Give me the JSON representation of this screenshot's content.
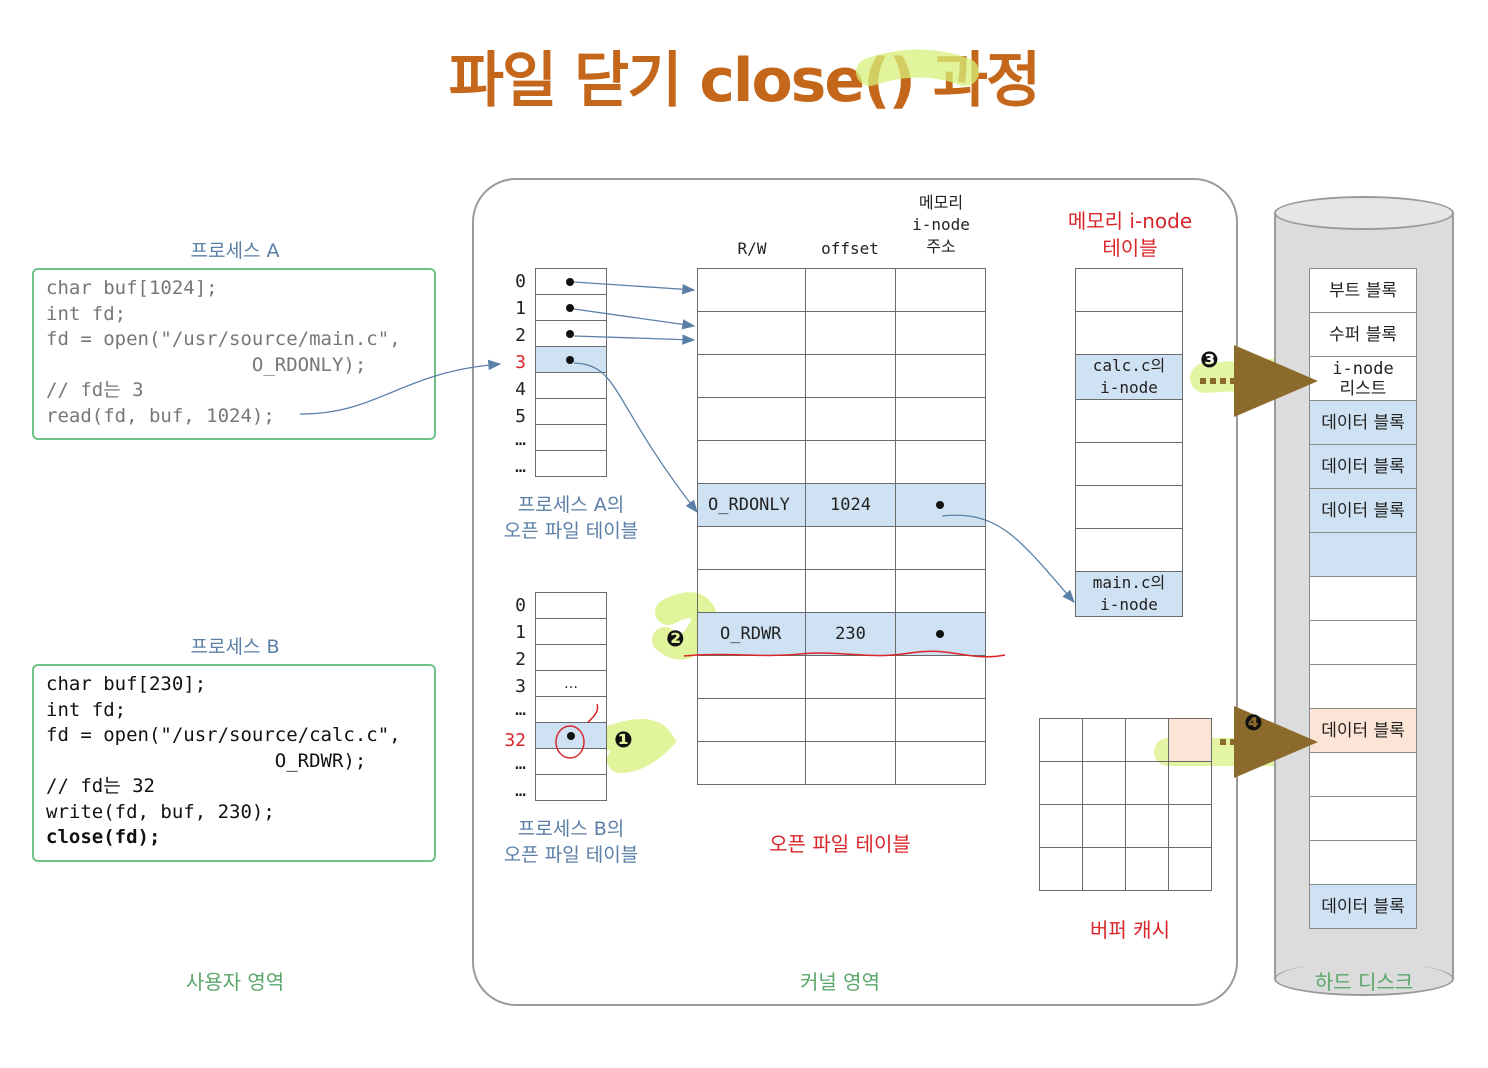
{
  "title": "파일 닫기 close() 과정",
  "process_a": {
    "label": "프로세스 A",
    "code": [
      "char buf[1024];",
      "int fd;",
      "fd = open(\"/usr/source/main.c\",",
      "                  O_RDONLY);",
      "// fd는 3",
      "read(fd, buf, 1024);"
    ]
  },
  "process_b": {
    "label": "프로세스 B",
    "code": [
      "char buf[230];",
      "int fd;",
      "fd = open(\"/usr/source/calc.c\",",
      "                    O_RDWR);",
      "// fd는 32",
      "write(fd, buf, 230);"
    ],
    "code_bold": "close(fd);"
  },
  "user_area_label": "사용자 영역",
  "kernel_area_label": "커널 영역",
  "fd_table_a": {
    "indices": [
      "0",
      "1",
      "2",
      "3",
      "4",
      "5",
      "…",
      "…"
    ],
    "caption_line1": "프로세스 A의",
    "caption_line2": "오픈 파일 테이블"
  },
  "fd_table_b": {
    "indices": [
      "0",
      "1",
      "2",
      "3",
      "…",
      "32",
      "…",
      "…"
    ],
    "row3_text": "…",
    "caption_line1": "프로세스 B의",
    "caption_line2": "오픈 파일 테이블"
  },
  "open_file_table": {
    "headers": {
      "rw": "R/W",
      "offset": "offset",
      "addr_line1": "메모리",
      "addr_line2": "i-node",
      "addr_line3": "주소"
    },
    "row_a": {
      "rw": "O_RDONLY",
      "offset": "1024"
    },
    "row_b": {
      "rw": "O_RDWR",
      "offset": "230"
    },
    "caption": "오픈 파일 테이블"
  },
  "inode_table": {
    "title_line1": "메모리 i-node",
    "title_line2": "테이블",
    "calc_line1": "calc.c의",
    "calc_line2": "i-node",
    "main_line1": "main.c의",
    "main_line2": "i-node"
  },
  "buffer_cache": {
    "caption": "버퍼 캐시"
  },
  "disk": {
    "caption": "하드 디스크",
    "blocks": {
      "boot": "부트 블록",
      "super": "수퍼 블록",
      "inode_line1": "i-node",
      "inode_line2": "리스트",
      "data1": "데이터 블록",
      "data2": "데이터 블록",
      "data3": "데이터 블록",
      "data_pink": "데이터 블록",
      "data_last": "데이터 블록"
    }
  },
  "steps": {
    "s1": "❶",
    "s2": "❷",
    "s3": "❸",
    "s4": "❹"
  },
  "colors": {
    "title": "#c4671a",
    "highlight_blue": "#cfe2f3",
    "highlight_pink": "#fce4d6",
    "marker_green": "#d7f07a",
    "red": "#d9262a",
    "arrow_brown": "#8b6a2b"
  }
}
